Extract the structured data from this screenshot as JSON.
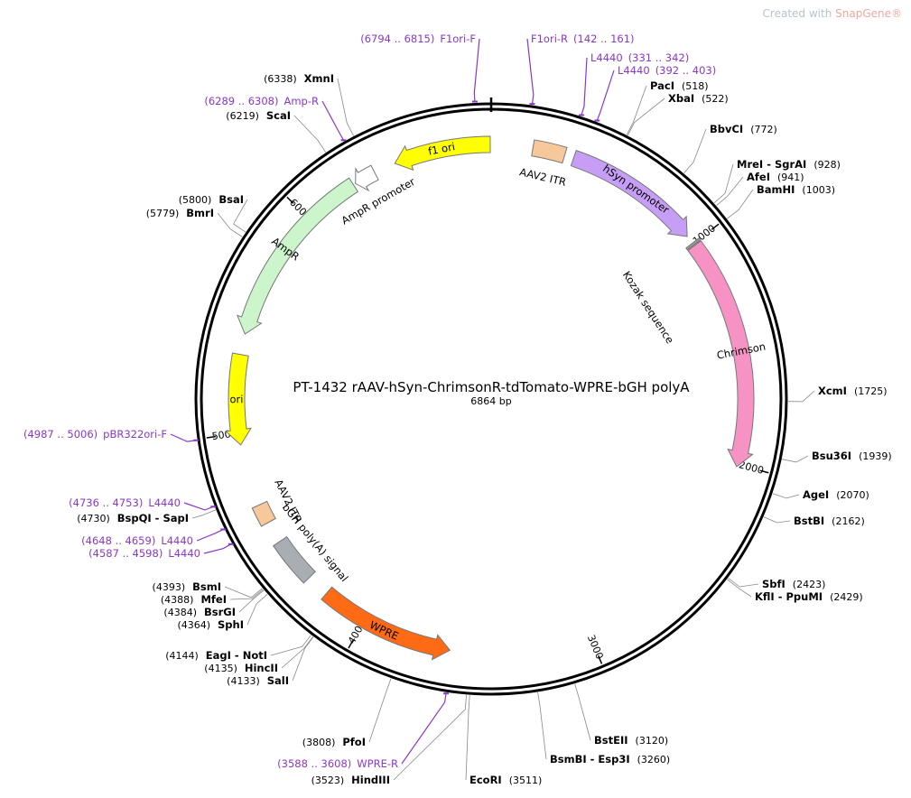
{
  "watermark": {
    "prefix": "Created with ",
    "brand": "SnapGene®"
  },
  "plasmid": {
    "name": "PT-1432  rAAV-hSyn-ChrimsonR-tdTomato-WPRE-bGH polyA",
    "size_label": "6864 bp",
    "length": 6864
  },
  "ticks": [
    "1000",
    "2000",
    "3000",
    "4000",
    "5000",
    "6000"
  ],
  "features": [
    {
      "name": "f1 ori",
      "start": 6440,
      "end": 6860,
      "dir": "rev",
      "color": "#ffff00",
      "label_mode": "inside"
    },
    {
      "name": "AmpR promoter",
      "start": 6250,
      "end": 6345,
      "dir": "rev",
      "color": "#ffffff",
      "label_mode": "outside"
    },
    {
      "name": "AmpR",
      "start": 5430,
      "end": 6240,
      "dir": "rev",
      "color": "#ccf5cc",
      "label_mode": "inside"
    },
    {
      "name": "ori",
      "start": 4950,
      "end": 5340,
      "dir": "rev",
      "color": "#ffff00",
      "label_mode": "inside"
    },
    {
      "name": "AAV2 ITR",
      "start": 4595,
      "end": 4680,
      "dir": "none",
      "color": "#f7c89a",
      "label_mode": "outside"
    },
    {
      "name": "bGH poly(A) signal",
      "start": 4300,
      "end": 4500,
      "dir": "none",
      "color": "#a9aeb4",
      "label_mode": "outside"
    },
    {
      "name": "WPRE",
      "start": 3610,
      "end": 4200,
      "dir": "rev",
      "color": "#ff6a14",
      "label_mode": "inside"
    },
    {
      "name": "AAV2 ITR",
      "start": 180,
      "end": 320,
      "dir": "none",
      "color": "#f7c89a",
      "label_mode": "outside"
    },
    {
      "name": "hSyn promoter",
      "start": 360,
      "end": 960,
      "dir": "fwd",
      "color": "#c79ef5",
      "label_mode": "inside"
    },
    {
      "name": "Kozak sequence",
      "start": 996,
      "end": 1006,
      "dir": "none",
      "color": "#9a9a9a",
      "label_mode": "outside"
    },
    {
      "name": "Chrimson",
      "start": 1010,
      "end": 2010,
      "dir": "fwd",
      "color": "#f792c4",
      "label_mode": "inside"
    }
  ],
  "sites": [
    {
      "name": "XmnI",
      "pos": "(6338)"
    },
    {
      "name": "ScaI",
      "pos": "(6219)"
    },
    {
      "name": "BsaI",
      "pos": "(5800)"
    },
    {
      "name": "BmrI",
      "pos": "(5779)"
    },
    {
      "name": "PacI",
      "pos": "(518)"
    },
    {
      "name": "XbaI",
      "pos": "(522)"
    },
    {
      "name": "BbvCI",
      "pos": "(772)"
    },
    {
      "name": "MreI - SgrAI",
      "pos": "(928)"
    },
    {
      "name": "AfeI",
      "pos": "(941)"
    },
    {
      "name": "BamHI",
      "pos": "(1003)"
    },
    {
      "name": "XcmI",
      "pos": "(1725)"
    },
    {
      "name": "Bsu36I",
      "pos": "(1939)"
    },
    {
      "name": "AgeI",
      "pos": "(2070)"
    },
    {
      "name": "BstBI",
      "pos": "(2162)"
    },
    {
      "name": "SbfI",
      "pos": "(2423)"
    },
    {
      "name": "KflI - PpuMI",
      "pos": "(2429)"
    },
    {
      "name": "BstEII",
      "pos": "(3120)"
    },
    {
      "name": "BsmBI - Esp3I",
      "pos": "(3260)"
    },
    {
      "name": "EcoRI",
      "pos": "(3511)"
    },
    {
      "name": "HindIII",
      "pos": "(3523)"
    },
    {
      "name": "PfoI",
      "pos": "(3808)"
    },
    {
      "name": "EagI - NotI",
      "pos": "(4144)"
    },
    {
      "name": "HincII",
      "pos": "(4135)"
    },
    {
      "name": "SalI",
      "pos": "(4133)"
    },
    {
      "name": "BsmI",
      "pos": "(4393)"
    },
    {
      "name": "MfeI",
      "pos": "(4388)"
    },
    {
      "name": "BsrGI",
      "pos": "(4384)"
    },
    {
      "name": "SphI",
      "pos": "(4364)"
    },
    {
      "name": "BspQI - SapI",
      "pos": "(4730)"
    }
  ],
  "primers": [
    {
      "name": "F1ori-F",
      "range": "(6794 .. 6815)"
    },
    {
      "name": "F1ori-R",
      "range": "(142 .. 161)"
    },
    {
      "name": "L4440",
      "range": "(331 .. 342)"
    },
    {
      "name": "L4440",
      "range": "(392 .. 403)"
    },
    {
      "name": "Amp-R",
      "range": "(6289 .. 6308)"
    },
    {
      "name": "pBR322ori-F",
      "range": "(4987 .. 5006)"
    },
    {
      "name": "L4440",
      "range": "(4736 .. 4753)"
    },
    {
      "name": "L4440",
      "range": "(4648 .. 4659)"
    },
    {
      "name": "L4440",
      "range": "(4587 .. 4598)"
    },
    {
      "name": "WPRE-R",
      "range": "(3588 .. 3608)"
    }
  ]
}
